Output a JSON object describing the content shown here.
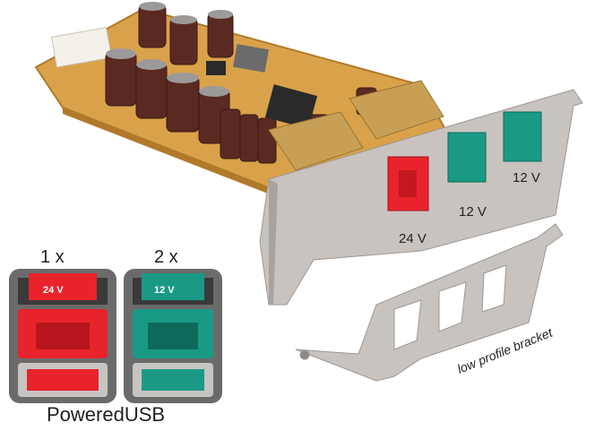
{
  "labels": {
    "volt_24": "24 V",
    "volt_12_a": "12 V",
    "volt_12_b": "12 V",
    "bracket": "low profile bracket",
    "count_red": "1 x",
    "count_green": "2 x",
    "port_red": "24 V",
    "port_green": "12 V",
    "brand": "PoweredUSB"
  },
  "colors": {
    "pcb": "#d9a24a",
    "red_port": "#e8232c",
    "green_port": "#1a9a85",
    "metal": "#c9c3c0",
    "capacitor": "#5a2a22"
  }
}
